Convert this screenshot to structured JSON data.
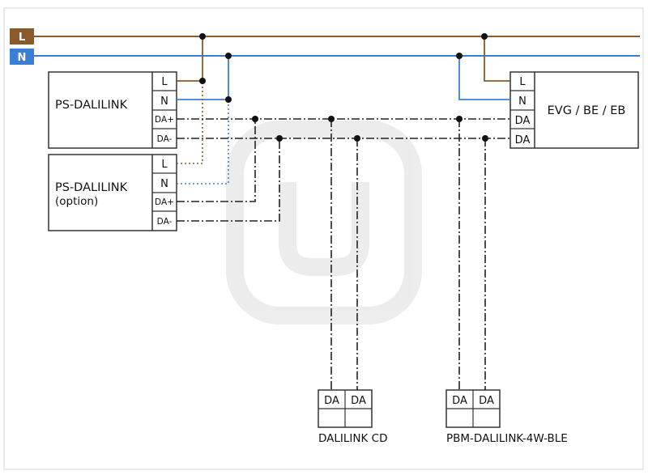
{
  "colors": {
    "live": "#8a5a2b",
    "neutral": "#3a7fd5",
    "dali": "#222222",
    "box": "#333333",
    "frame": "#e2e2e2"
  },
  "bus": {
    "live_label": "L",
    "neutral_label": "N"
  },
  "ps1": {
    "name": "PS-DALILINK",
    "terminals": [
      "L",
      "N",
      "DA+",
      "DA-"
    ]
  },
  "ps2": {
    "name": "PS-DALILINK",
    "note": "(option)",
    "terminals": [
      "L",
      "N",
      "DA+",
      "DA-"
    ]
  },
  "evg": {
    "name": "EVG / BE / EB",
    "terminals": [
      "L",
      "N",
      "DA",
      "DA"
    ]
  },
  "dalilink_cd": {
    "name": "DALILINK CD",
    "terminals": [
      "DA",
      "DA"
    ]
  },
  "pbm": {
    "name": "PBM-DALILINK-4W-BLE",
    "terminals": [
      "DA",
      "DA"
    ]
  }
}
